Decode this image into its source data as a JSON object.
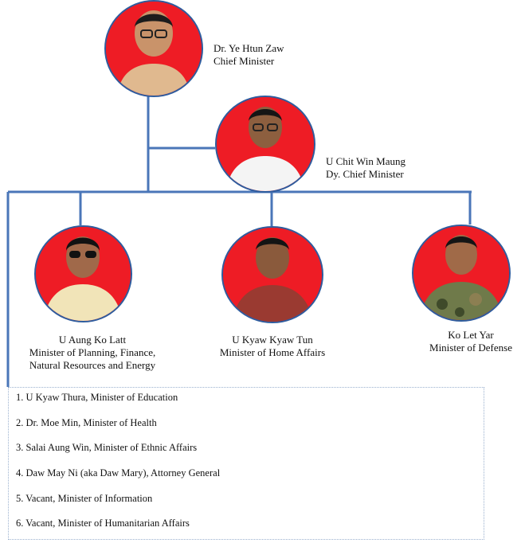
{
  "chief": {
    "name": "Dr. Ye Htun Zaw",
    "title": "Chief Minister"
  },
  "deputy": {
    "name": "U Chit Win Maung",
    "title": "Dy. Chief Minister"
  },
  "ministers": [
    {
      "name": "U Aung Ko Latt",
      "title_line1": "Minister of Planning, Finance,",
      "title_line2": "Natural Resources and Energy"
    },
    {
      "name": "U Kyaw Kyaw Tun",
      "title_line1": "Minister of Home Affairs"
    },
    {
      "name": "Ko Let Yar",
      "title_line1": "Minister of Defense"
    }
  ],
  "other_ministers": [
    "1. U Kyaw Thura, Minister of Education",
    "2. Dr. Moe Min, Minister of Health",
    "3. Salai Aung Win, Minister of Ethnic Affairs",
    "4. Daw May Ni (aka Daw Mary), Attorney General",
    "5. Vacant, Minister of Information",
    "6. Vacant, Minister of Humanitarian Affairs"
  ],
  "colors": {
    "connector": "#4a76b8",
    "portrait_background": "#ee1c25",
    "portrait_border": "#2e5c9e"
  }
}
